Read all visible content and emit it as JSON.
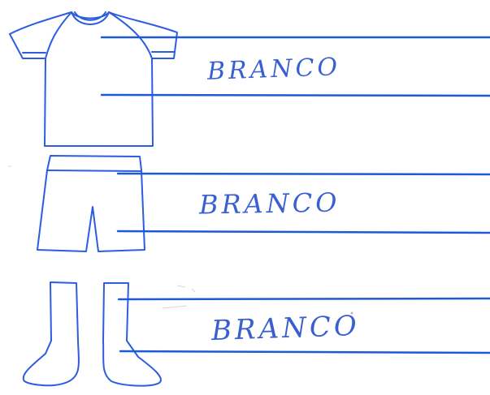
{
  "items": [
    {
      "key": "shirt",
      "label": "BRANCO",
      "color_hex": "#ffffff"
    },
    {
      "key": "shorts",
      "label": "BRANCO",
      "color_hex": "#ffffff"
    },
    {
      "key": "socks",
      "label": "BRANCO",
      "color_hex": "#ffffff"
    }
  ],
  "stroke_color": "#2c5de0",
  "line_color": "#1f5ad6"
}
